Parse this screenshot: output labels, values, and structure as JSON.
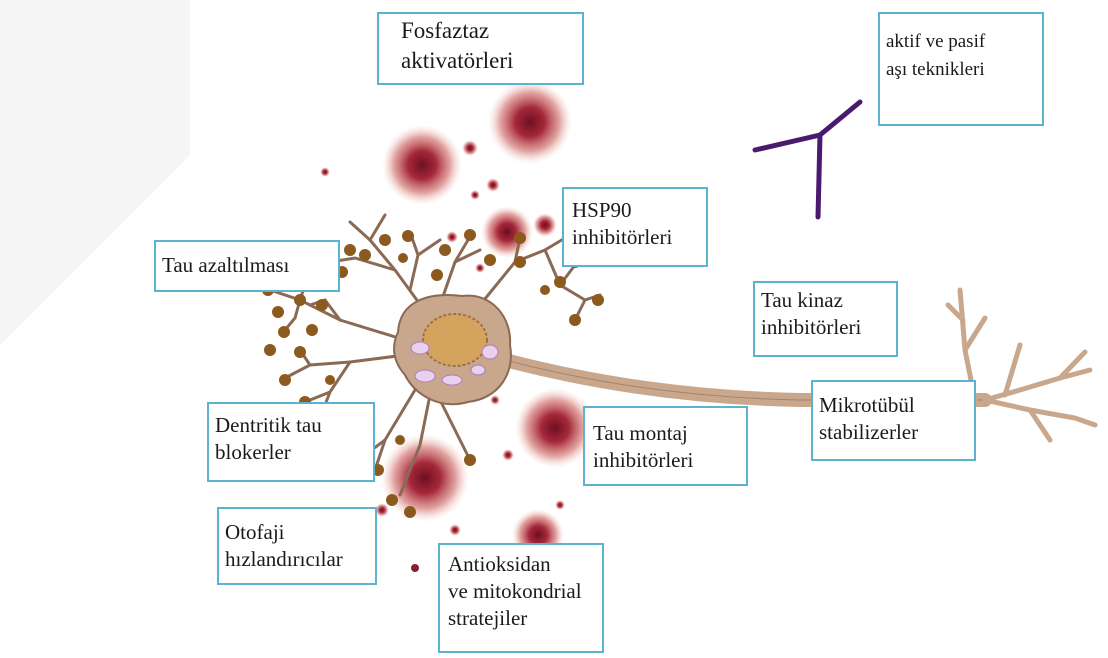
{
  "colors": {
    "label_border": "#5bb3d0",
    "neuron_body": "#c9a78c",
    "neuron_outline": "#8b6a55",
    "nucleus": "#d4a45e",
    "dendrite_bulb": "#8c5a1e",
    "plaque": "#a5283a",
    "antibody": "#4a1a6e",
    "watermark": "#ececec"
  },
  "labels": {
    "fosfataz": {
      "line1": "Fosfaztaz",
      "line2": "aktivatörleri"
    },
    "asi": {
      "line1": "aktif ve pasif",
      "line2": "aşı teknikleri"
    },
    "hsp90": {
      "line1": "HSP90",
      "line2": "inhibitörleri"
    },
    "tau_azalt": {
      "line1": "Tau azaltılması"
    },
    "tau_kinaz": {
      "line1": "Tau kinaz",
      "line2": "inhibitörleri"
    },
    "mikrotubul": {
      "line1": "Mikrotübül",
      "line2": "stabilizerler"
    },
    "dentritik": {
      "line1": "Dentritik tau",
      "line2": "blokerler"
    },
    "tau_montaj": {
      "line1": "Tau montaj",
      "line2": "inhibitörleri"
    },
    "otofaji": {
      "line1": "Otofaji",
      "line2": "hızlandırıcılar"
    },
    "antioks": {
      "line1": "Antioksidan",
      "line2": "ve mitokondrial",
      "line3": "stratejiler"
    }
  }
}
